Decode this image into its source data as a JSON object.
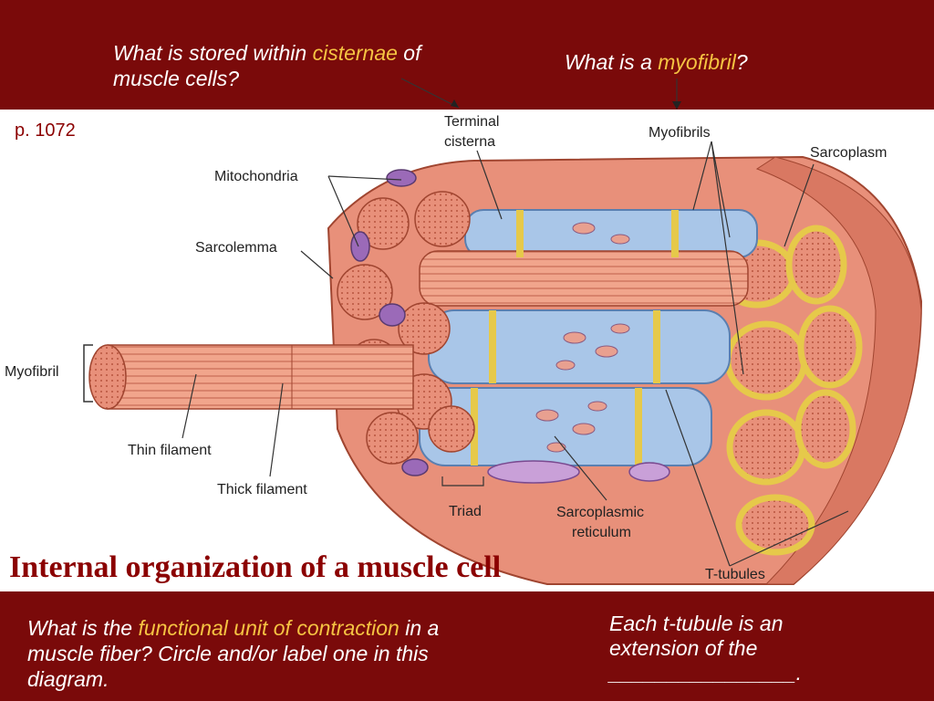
{
  "questions": {
    "cisternae": {
      "pre": "What is stored within ",
      "hl": "cisternae",
      "post": " of",
      "line2": "muscle cells?"
    },
    "myofibril": {
      "pre": "What is a ",
      "hl": "myofibril",
      "post": "?"
    },
    "functional": {
      "pre": "What is the ",
      "hl": "functional unit of contraction",
      "post": " in a",
      "line2": "muscle fiber?  Circle and/or label one in this",
      "line3": "diagram."
    },
    "ttubule": {
      "line1": "Each t-tubule is an",
      "line2": "extension of the",
      "line3": "________________."
    }
  },
  "page_ref": "p. 1072",
  "title": "Internal organization of a muscle cell",
  "labels": {
    "terminal_cisterna_1": "Terminal",
    "terminal_cisterna_2": "cisterna",
    "myofibrils": "Myofibrils",
    "sarcoplasm": "Sarcoplasm",
    "mitochondria": "Mitochondria",
    "sarcolemma": "Sarcolemma",
    "myofibril": "Myofibril",
    "thin_filament": "Thin filament",
    "thick_filament": "Thick filament",
    "triad": "Triad",
    "sarcoplasmic_1": "Sarcoplasmic",
    "sarcoplasmic_2": "reticulum",
    "t_tubules": "T-tubules"
  },
  "colors": {
    "background": "#7a0a0a",
    "highlight": "#f5c342",
    "title": "#8b0000",
    "muscle": "#e8907a",
    "reticulum": "#a9c6e8",
    "tubule": "#f0dc6a"
  }
}
